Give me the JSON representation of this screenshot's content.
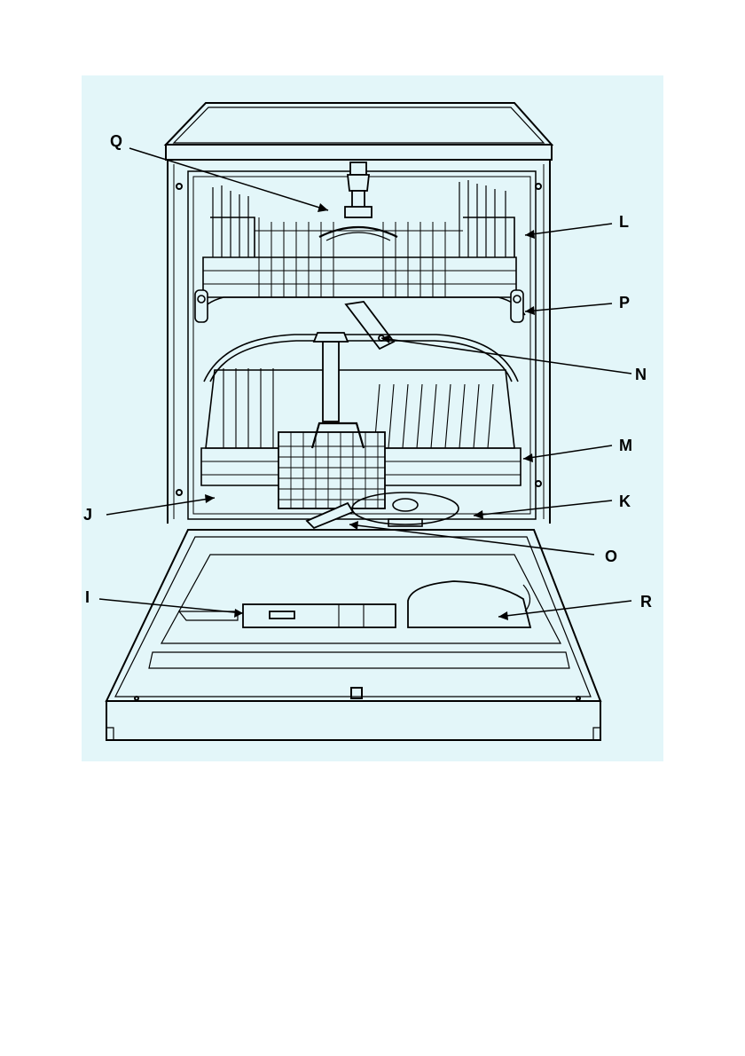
{
  "figure": {
    "background": "#e3f6f9",
    "line_color": "#000000",
    "callouts": [
      {
        "id": "Q",
        "label": "Q",
        "part": "upper-spray-arm-feed"
      },
      {
        "id": "L",
        "label": "L",
        "part": "upper-basket"
      },
      {
        "id": "P",
        "label": "P",
        "part": "basket-height-adjuster"
      },
      {
        "id": "N",
        "label": "N",
        "part": "upper-spray-arm"
      },
      {
        "id": "M",
        "label": "M",
        "part": "lower-basket"
      },
      {
        "id": "K",
        "label": "K",
        "part": "filter"
      },
      {
        "id": "J",
        "label": "J",
        "part": "cutlery-basket"
      },
      {
        "id": "O",
        "label": "O",
        "part": "lower-spray-arm"
      },
      {
        "id": "I",
        "label": "I",
        "part": "detergent-dispenser"
      },
      {
        "id": "R",
        "label": "R",
        "part": "salt-container-cap"
      }
    ]
  }
}
